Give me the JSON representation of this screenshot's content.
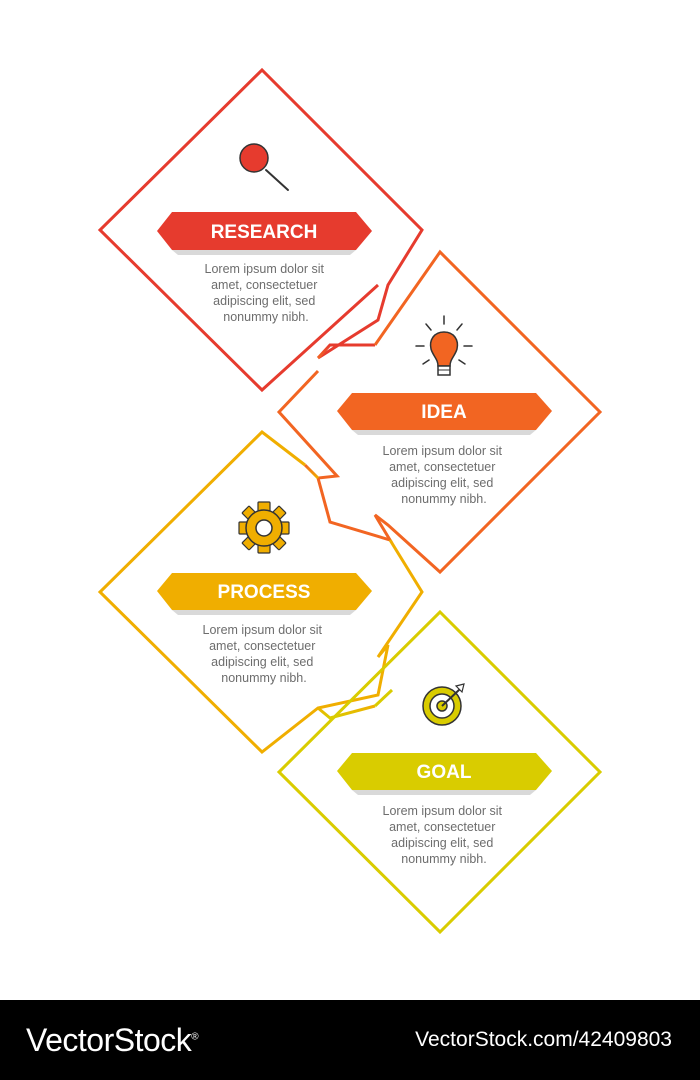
{
  "steps": [
    {
      "title": "RESEARCH",
      "icon": "magnifier-icon",
      "color": "#e63b2e",
      "lines": [
        "Lorem ipsum dolor sit",
        "amet, consectetuer",
        "adipiscing elit, sed",
        "nonummy nibh."
      ]
    },
    {
      "title": "IDEA",
      "icon": "lightbulb-icon",
      "color": "#f26522",
      "lines": [
        "Lorem ipsum dolor sit",
        "amet, consectetuer",
        "adipiscing elit, sed",
        "nonummy nibh."
      ]
    },
    {
      "title": "PROCESS",
      "icon": "gear-icon",
      "color": "#f0ae00",
      "lines": [
        "Lorem ipsum dolor sit",
        "amet, consectetuer",
        "adipiscing elit, sed",
        "nonummy nibh."
      ]
    },
    {
      "title": "GOAL",
      "icon": "target-icon",
      "color": "#d9cc00",
      "lines": [
        "Lorem ipsum dolor sit",
        "amet, consectetuer",
        "adipiscing elit, sed",
        "nonummy nibh."
      ]
    }
  ],
  "footer": {
    "brand": "VectorStock",
    "registered": "®",
    "image_id": "VectorStock.com/42409803"
  }
}
